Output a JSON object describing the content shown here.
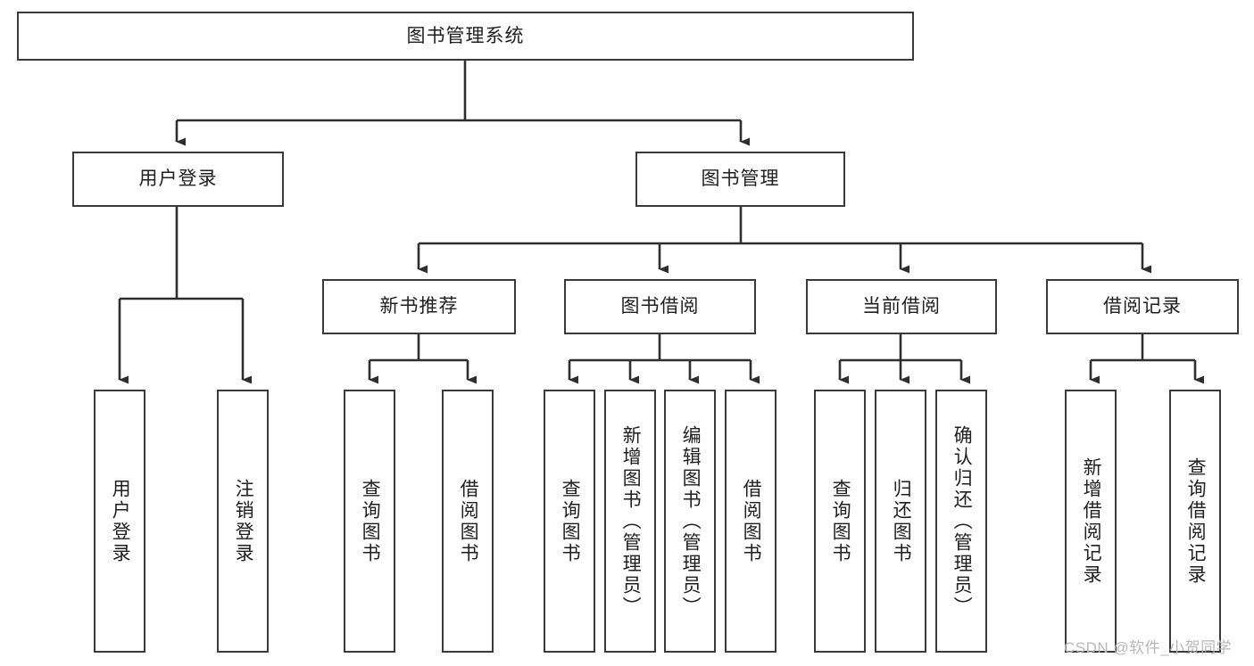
{
  "diagram": {
    "type": "tree-hierarchy",
    "title": "图书管理系统",
    "watermark": "CSDN @软件_小贺同学",
    "colors": {
      "background": "#ffffff",
      "stroke": "#3a3a3a",
      "text": "#1f1f1f",
      "watermark": "#b8b8b8"
    },
    "root": {
      "label": "图书管理系统"
    },
    "level2": [
      {
        "label": "用户登录"
      },
      {
        "label": "图书管理"
      }
    ],
    "level3": [
      {
        "label": "新书推荐"
      },
      {
        "label": "图书借阅"
      },
      {
        "label": "当前借阅"
      },
      {
        "label": "借阅记录"
      }
    ],
    "leaves": {
      "user_login": [
        {
          "label": "用户登录"
        },
        {
          "label": "注销登录"
        }
      ],
      "new_book_recommend": [
        {
          "label": "查询图书"
        },
        {
          "label": "借阅图书"
        }
      ],
      "book_borrow": [
        {
          "label": "查询图书"
        },
        {
          "label": "新增图书（管理员）"
        },
        {
          "label": "编辑图书（管理员）"
        },
        {
          "label": "借阅图书"
        }
      ],
      "current_borrow": [
        {
          "label": "查询图书"
        },
        {
          "label": "归还图书"
        },
        {
          "label": "确认归还（管理员）"
        }
      ],
      "borrow_record": [
        {
          "label": "新增借阅记录"
        },
        {
          "label": "查询借阅记录"
        }
      ]
    }
  }
}
